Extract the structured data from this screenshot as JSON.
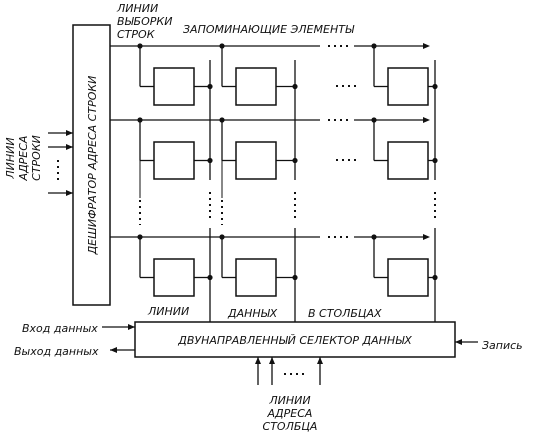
{
  "labels": {
    "row_select_lines": [
      "ЛИНИИ",
      "ВЫБОРКИ",
      "СТРОК"
    ],
    "storage_elements": "ЗАПОМИНАЮЩИЕ ЭЛЕМЕНТЫ",
    "row_address_lines": [
      "ЛИНИИ",
      "АДРЕСА",
      "СТРОКИ"
    ],
    "row_decoder": "ДЕШИФРАТОР АДРЕСА СТРОКИ",
    "column_data_lines": [
      "ЛИНИИ",
      "ДАННЫХ",
      "В СТОЛБЦАХ"
    ],
    "data_in": "Вход данных",
    "data_out": "Выход данных",
    "selector": "ДВУНАПРАВЛЕННЫЙ СЕЛЕКТОР ДАННЫХ",
    "write": "Запись",
    "column_address_lines": [
      "ЛИНИИ",
      "АДРЕСА",
      "СТОЛБЦА"
    ]
  },
  "colors": {
    "ink": "#111111",
    "background": "#ffffff"
  }
}
